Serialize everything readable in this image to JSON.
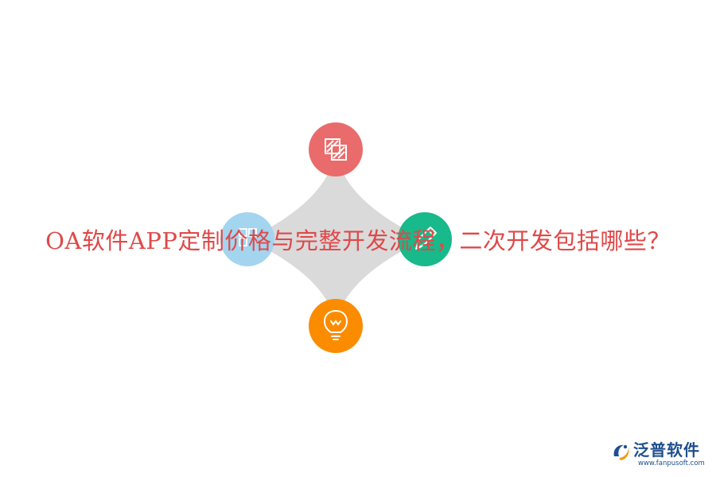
{
  "headline": {
    "text": "OA软件APP定制价格与完整开发流程，二次开发包括哪些？",
    "color": "#e04848"
  },
  "diagram": {
    "star_color": "#dadada",
    "nodes": [
      {
        "name": "top",
        "icon": "hatched-squares-icon",
        "color": "#ea6b6b"
      },
      {
        "name": "left",
        "icon": "grid-icon",
        "color": "#a3d5ef"
      },
      {
        "name": "right",
        "icon": "pencil-icon",
        "color": "#18b98a"
      },
      {
        "name": "bottom",
        "icon": "lightbulb-icon",
        "color": "#fb8c00"
      }
    ]
  },
  "watermark": {
    "name": "泛普软件",
    "url": "www.fanpusoft.com",
    "color": "#1f4f8e"
  }
}
